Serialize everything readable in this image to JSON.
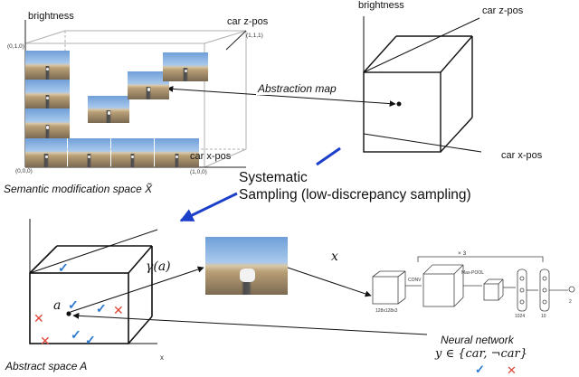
{
  "top_left": {
    "y_axis": "brightness",
    "z_axis": "car z-pos",
    "x_axis": "car x-pos",
    "corner_010": "(0,1,0)",
    "corner_111": "(1,1,1)",
    "corner_000": "(0,0,0)",
    "corner_100": "(1,0,0)",
    "caption": "Semantic modification space X̃"
  },
  "top_right": {
    "y_axis": "brightness",
    "z_axis": "car z-pos",
    "x_axis": "car x-pos"
  },
  "abstraction_label": "Abstraction map",
  "sampling": {
    "line1": "Systematic",
    "line2": "Sampling (low-discrepancy sampling)"
  },
  "bottom_left": {
    "caption": "Abstract space A",
    "axis_x": "x",
    "point_label": "a"
  },
  "gamma_label": "γ(a)",
  "x_label": "x",
  "network": {
    "title": "Neural network",
    "output": "y ∈ {car, ¬car}",
    "top_label": "× 3",
    "conv_label": "CONV",
    "maxpool_label": "Max-POOL",
    "input_dim": "128x128x3",
    "dim_1": "1024",
    "dim_2": "10",
    "dim_3": "2"
  },
  "marks": {
    "check": "✓",
    "cross": "✕"
  }
}
